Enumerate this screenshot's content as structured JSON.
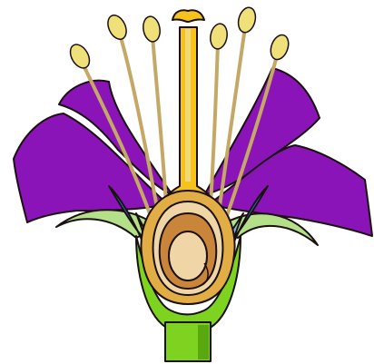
{
  "diagram": {
    "subject": "flower-cross-section",
    "colors": {
      "background": "#ffffff",
      "petal": "#8a14b8",
      "petal_dark": "#5e0a80",
      "outline": "#1a1010",
      "receptacle": "#7ed321",
      "receptacle_dark": "#5aa80f",
      "sepal": "#b5e08a",
      "nectary_blue": "#2f78d8",
      "nectary_light": "#7fb8ea",
      "pistil": "#f7c21c",
      "pistil_light": "#f2d978",
      "ovary_wall": "#e2ad45",
      "ovule": "#c9853a",
      "ovule_light": "#f0d6a6",
      "filament": "#c6a866",
      "anther": "#f0e07a"
    },
    "parts": {
      "stamen_count": 6,
      "petal_count": 4
    }
  }
}
